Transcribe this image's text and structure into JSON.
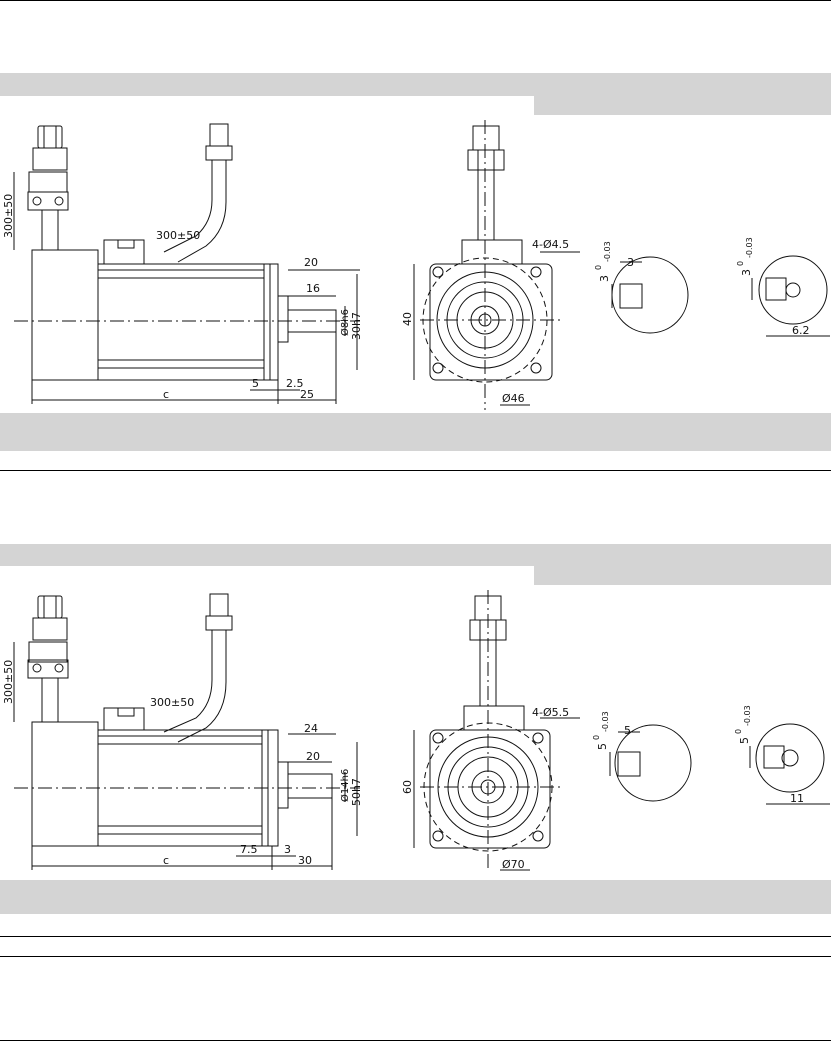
{
  "colors": {
    "band": "#d4d4d4",
    "line": "#111111",
    "page": "#ffffff"
  },
  "section1": {
    "side_view": {
      "cable_length": "300±50",
      "connector_length": "300±50",
      "dim_flange_to_end": "20",
      "dim_shaft": "16",
      "dim_shaft_dia": "Ø8h6",
      "dim_pilot": "30h7",
      "dim_flange": "5",
      "dim_pilot_depth": "2.5",
      "dim_length": "c",
      "dim_shaft_total": "25"
    },
    "front_view": {
      "holes": "4-Ø4.5",
      "square": "40",
      "bolt_circle": "Ø46"
    },
    "key_section": {
      "key_width": "3",
      "key_height": "3",
      "tol_upper": "0",
      "tol_lower": "-0.03",
      "shaft_depth": "6.2"
    }
  },
  "section2": {
    "side_view": {
      "cable_length": "300±50",
      "connector_length": "300±50",
      "dim_flange_to_end": "24",
      "dim_shaft": "20",
      "dim_shaft_dia": "Ø14h6",
      "dim_pilot": "50h7",
      "dim_flange": "7.5",
      "dim_pilot_depth": "3",
      "dim_length": "c",
      "dim_shaft_total": "30"
    },
    "front_view": {
      "holes": "4-Ø5.5",
      "square": "60",
      "bolt_circle": "Ø70"
    },
    "key_section": {
      "key_width": "5",
      "key_height": "5",
      "tol_upper": "0",
      "tol_lower": "-0.03",
      "shaft_depth": "11"
    }
  }
}
